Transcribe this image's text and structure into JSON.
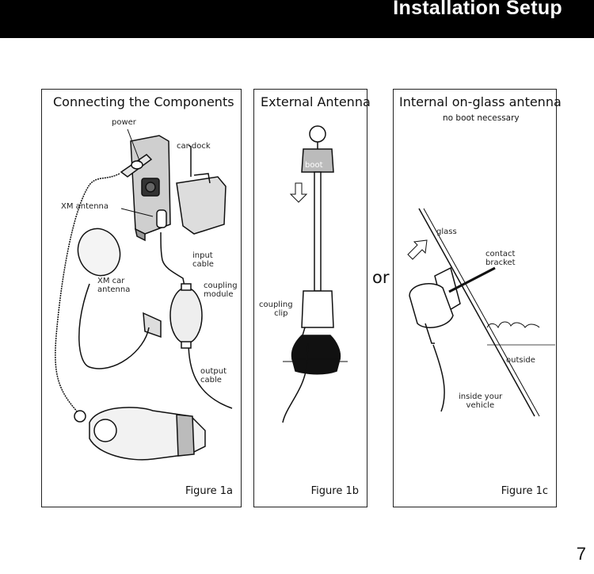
{
  "header": {
    "title": "Installation Setup"
  },
  "panel_a": {
    "title": "Connecting the Components",
    "figure": "Figure 1a",
    "labels": {
      "power": "power",
      "car_dock": "car dock",
      "xm_antenna": "XM antenna",
      "xm_car_antenna": "XM car\nantenna",
      "input_cable": "input\ncable",
      "coupling_module": "coupling\nmodule",
      "output_cable": "output\ncable"
    }
  },
  "panel_b": {
    "title": "External Antenna",
    "figure": "Figure 1b",
    "labels": {
      "boot": "boot",
      "coupling_clip": "coupling\n      clip"
    }
  },
  "panel_c": {
    "title": "Internal on-glass antenna",
    "subtitle": "no boot necessary",
    "figure": "Figure 1c",
    "labels": {
      "glass": "glass",
      "contact_bracket": "contact\nbracket",
      "outside": "outside",
      "inside_vehicle": "inside your\n   vehicle"
    }
  },
  "or_text": "or",
  "page_number": "7"
}
